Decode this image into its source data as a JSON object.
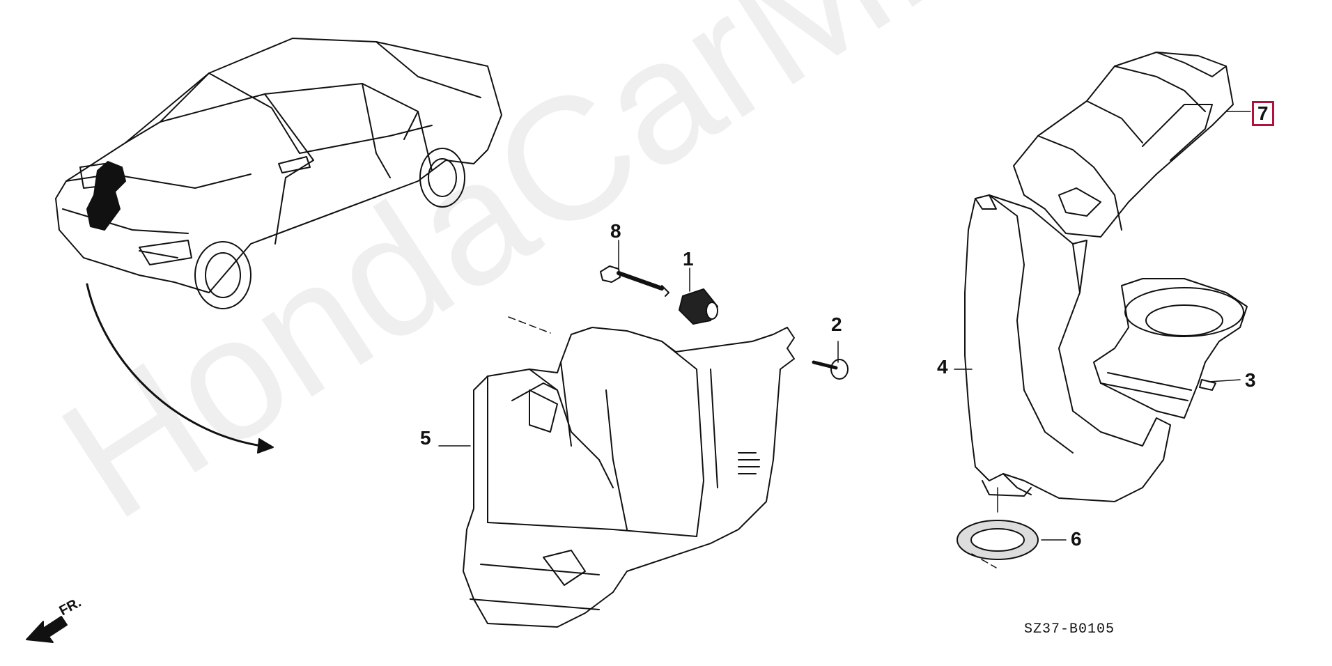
{
  "watermark": "HondaCarMine.ru",
  "diagram_code": "SZ37-B0105",
  "direction_label": "FR.",
  "callouts": [
    {
      "id": "8",
      "label": "8"
    },
    {
      "id": "1",
      "label": "1"
    },
    {
      "id": "2",
      "label": "2"
    },
    {
      "id": "5",
      "label": "5"
    },
    {
      "id": "4",
      "label": "4"
    },
    {
      "id": "3",
      "label": "3"
    },
    {
      "id": "6",
      "label": "6"
    },
    {
      "id": "7",
      "label": "7",
      "highlighted": true
    }
  ],
  "colors": {
    "line": "#111111",
    "highlight": "#b0123a",
    "watermark": "#efefef"
  }
}
